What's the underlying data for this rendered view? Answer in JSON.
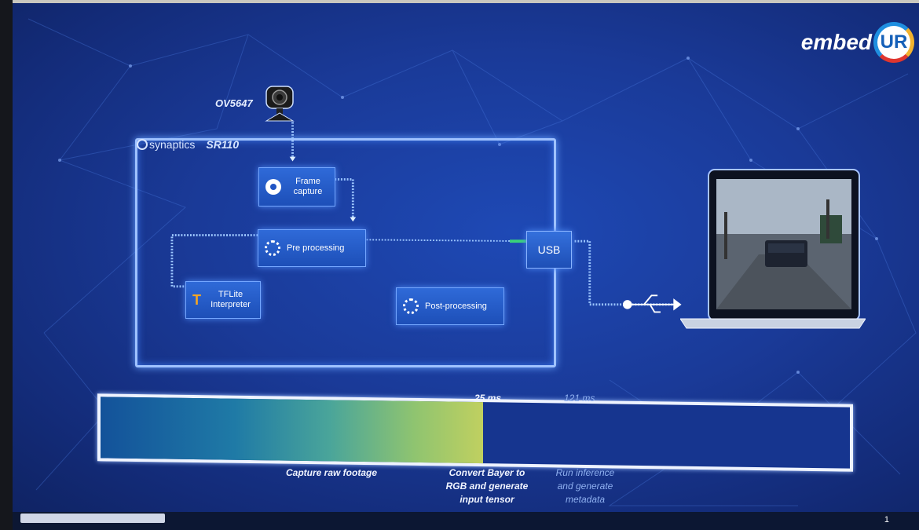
{
  "logo": {
    "text": "embed",
    "mark": "UR"
  },
  "camera": {
    "label": "OV5647",
    "icon": "camera-icon"
  },
  "soc": {
    "brand": "synaptics",
    "chip": "SR110"
  },
  "blocks": {
    "frame_capture": "Frame capture",
    "pre_processing": "Pre processing",
    "tflite": "TFLite Interpreter",
    "post_processing": "Post-processing",
    "usb": "USB"
  },
  "timeline": {
    "markers": [
      {
        "label": "25 ms",
        "fraction": 0.51
      },
      {
        "label": "121 ms"
      }
    ],
    "phases": [
      {
        "label": "Capture raw footage"
      },
      {
        "label": "Convert Bayer to RGB and generate input tensor"
      },
      {
        "label": "Run inference and generate metadata"
      }
    ],
    "colors": {
      "border": "#eef3ff",
      "fill_start": "#13529a",
      "fill_end": "#c0d060"
    }
  },
  "footer": {
    "page": "1"
  },
  "colors": {
    "background": "#1a3a98",
    "accent": "#9fc2ff",
    "wire": "#9cc6ff",
    "usb_link": "#3ad27a"
  }
}
